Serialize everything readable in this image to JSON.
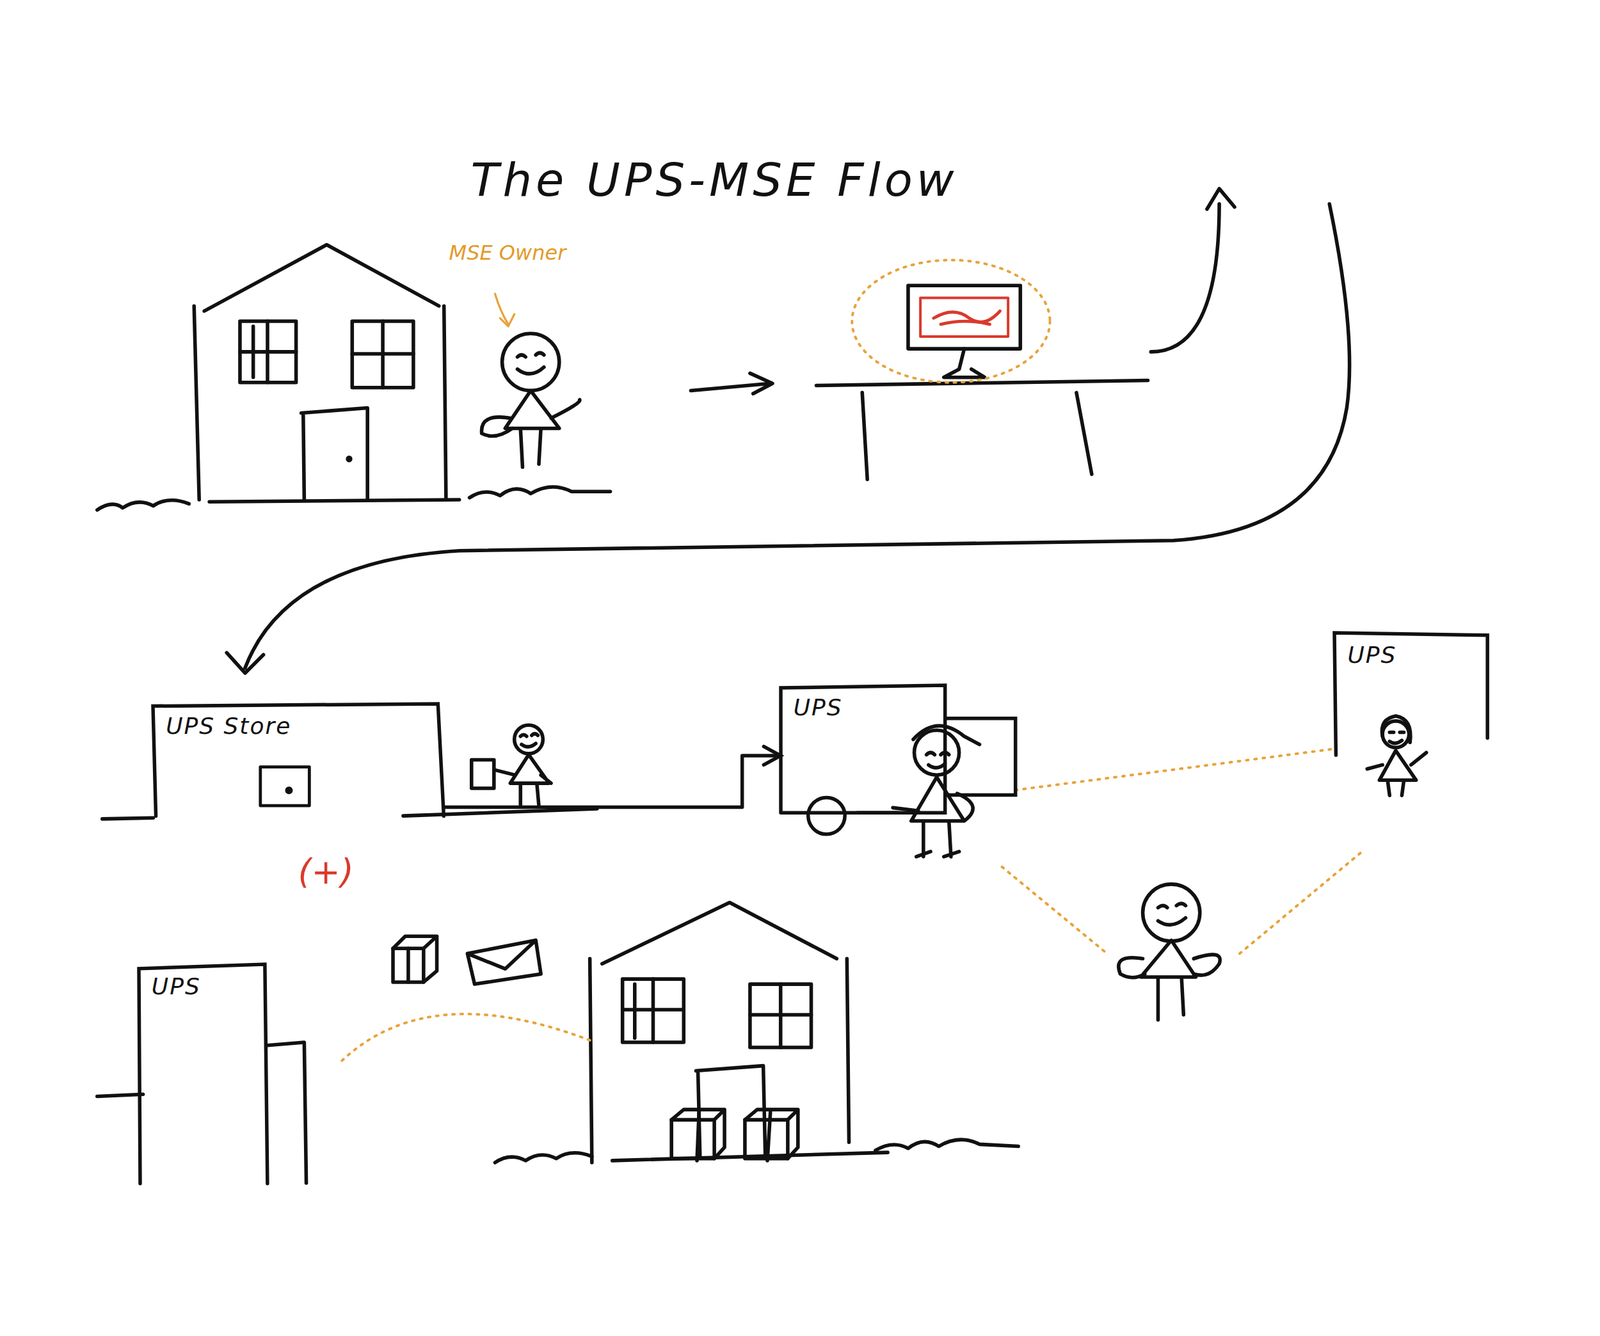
{
  "diagram": {
    "title": "The UPS-MSE Flow",
    "nodes": [
      {
        "text": [
          "UPS Store"
        ]
      },
      {
        "text": [
          "UPS"
        ]
      },
      {
        "text": [
          "UPS"
        ]
      },
      {
        "text": [
          "UPS"
        ]
      }
    ],
    "edges": [
      {
        "from": 0,
        "to": 1,
        "arrow": "to"
      },
      {
        "from": 1,
        "to": 2,
        "arrow": "none"
      }
    ],
    "labels": [
      "MSE Owner",
      "(+)"
    ]
  }
}
